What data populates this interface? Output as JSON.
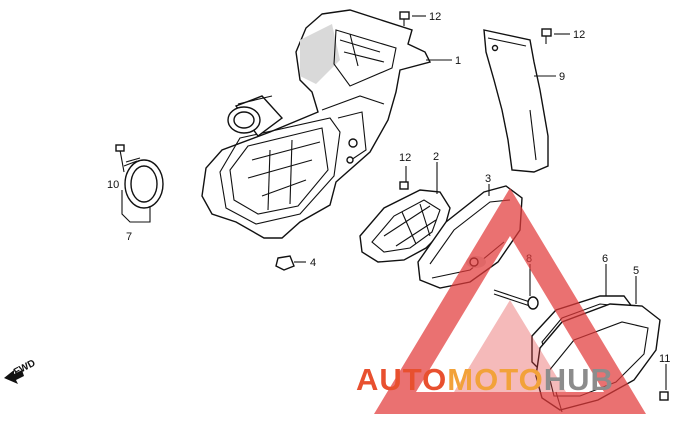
{
  "diagram": {
    "callouts": [
      {
        "id": "c1",
        "text": "1"
      },
      {
        "id": "c2",
        "text": "2"
      },
      {
        "id": "c3",
        "text": "3"
      },
      {
        "id": "c4",
        "text": "4"
      },
      {
        "id": "c5",
        "text": "5"
      },
      {
        "id": "c6",
        "text": "6"
      },
      {
        "id": "c7",
        "text": "7"
      },
      {
        "id": "c8",
        "text": "8"
      },
      {
        "id": "c9",
        "text": "9"
      },
      {
        "id": "c10",
        "text": "10"
      },
      {
        "id": "c11",
        "text": "11"
      },
      {
        "id": "c12a",
        "text": "12"
      },
      {
        "id": "c12b",
        "text": "12"
      },
      {
        "id": "c12c",
        "text": "12"
      }
    ],
    "direction_label": "FWD"
  },
  "watermark": {
    "part1": "AUTO",
    "part2": "MOTO",
    "part3": "HUB",
    "color_red": "#e8502f",
    "color_orange": "#f2a23a",
    "color_gray": "#8c8c8c",
    "triangle_color": "#e23a3a"
  }
}
